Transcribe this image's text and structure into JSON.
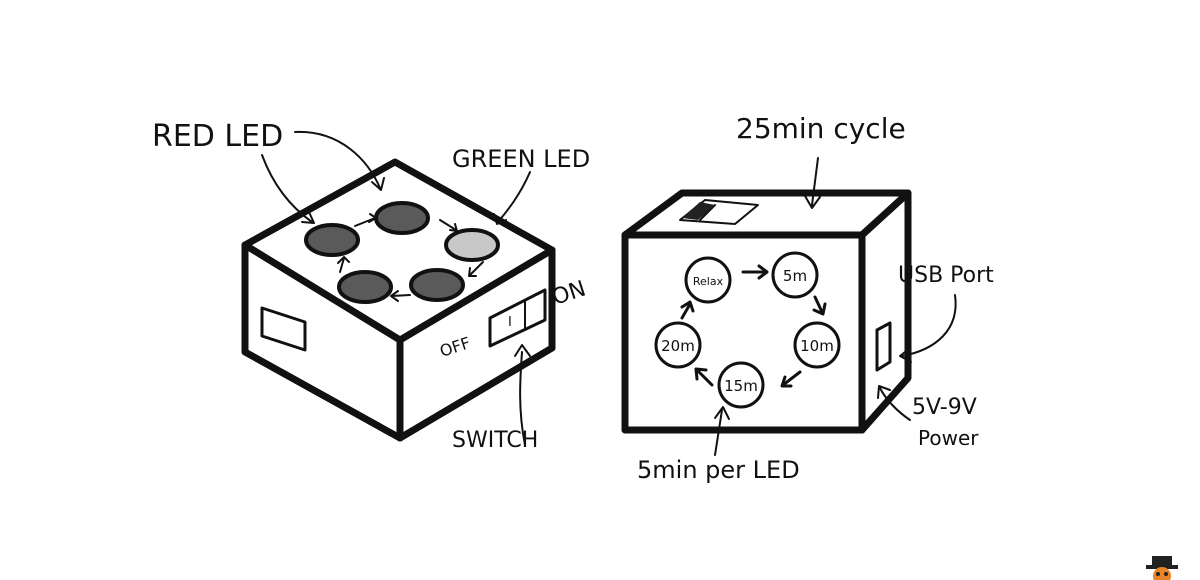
{
  "labels": {
    "red_led": "RED LED",
    "green_led": "GREEN LED",
    "switch": "SWITCH",
    "off": "OFF",
    "on": "ON",
    "switch_mark": "I",
    "cycle": "25min cycle",
    "usb_port": "USB Port",
    "power_line1": "5V-9V",
    "power_line2": "Power",
    "per_led": "5min per LED"
  },
  "timer_steps": [
    "Relax",
    "5m",
    "10m",
    "15m",
    "20m"
  ],
  "colors": {
    "ink": "#111111",
    "red_led": "#5a5a5a",
    "green_led": "#c8c8c8",
    "paper": "#ffffff"
  },
  "icons": {
    "mascot": "mascot-icon"
  }
}
